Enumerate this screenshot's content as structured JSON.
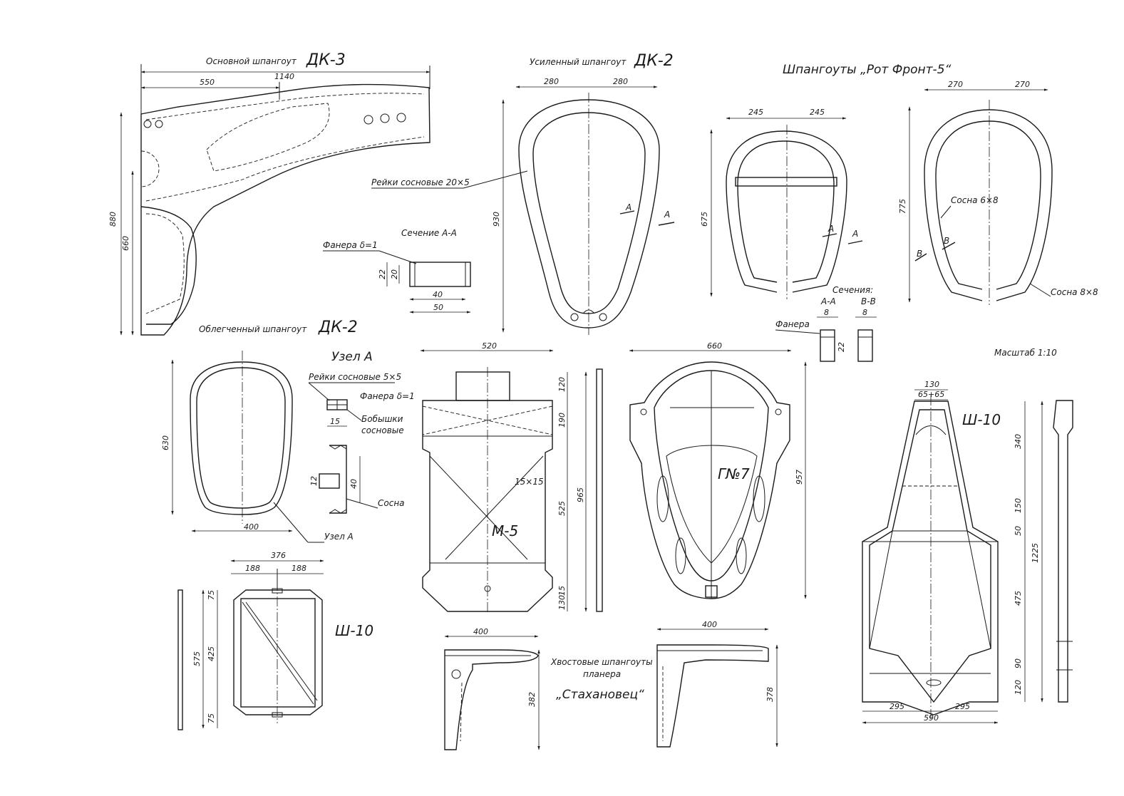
{
  "colors": {
    "ink": "#1a1a1a",
    "paper": "#ffffff"
  },
  "dk3": {
    "title": "Основной шпангоут",
    "code": "ДК-3",
    "dim_total": "1140",
    "dim_part": "550",
    "dim_height": "880",
    "dim_inner": "660",
    "subtitle": "Облегченный шпангоут",
    "subtitle_code": "ДК-2"
  },
  "section_aa": {
    "title": "Сечение А-А",
    "label_plywood": "Фанера δ=1",
    "dim_h1": "22",
    "dim_h2": "20",
    "dim_w1": "40",
    "dim_w2": "50"
  },
  "dk2": {
    "title": "Усиленный шпангоут",
    "code": "ДК-2",
    "dim_left": "280",
    "dim_right": "280",
    "dim_height": "930",
    "label_rails": "Рейки сосновые 20×5",
    "sec_a1": "А",
    "sec_a2": "А"
  },
  "rotfront": {
    "title": "Шпангоуты „Рот Фронт-5“",
    "left_w1": "245",
    "left_w2": "245",
    "left_h": "675",
    "right_w1": "270",
    "right_w2": "270",
    "right_h": "775",
    "label_pine": "Сосна 6×8",
    "label_pine2": "Сосна 8×8",
    "sec_a1": "А",
    "sec_a2": "А",
    "sec_b1": "В",
    "sec_b2": "В",
    "sections_title": "Сечения:",
    "sec_aa": "А-А",
    "sec_bb": "В-В",
    "dim_8a": "8",
    "dim_8b": "8",
    "dim_22": "22",
    "label_plywood": "Фанера"
  },
  "scale": "Масштаб 1:10",
  "frame400": {
    "dim_h": "630",
    "dim_w": "400",
    "node_label": "Узел А"
  },
  "node_a": {
    "title": "Узел А",
    "label_rails": "Рейки сосновые 5×5",
    "label_plywood": "Фанера δ=1",
    "label_bosses": "Бобышки",
    "label_bosses2": "сосновые",
    "dim_15": "15",
    "dim_12": "12",
    "dim_40": "40",
    "label_pine": "Сосна"
  },
  "m5": {
    "code": "М-5",
    "dim_w": "520",
    "dim_120": "120",
    "dim_190": "190",
    "dim_525": "525",
    "dim_965": "965",
    "dim_15": "15",
    "dim_130": "130",
    "label_rail": "15×15"
  },
  "gn7": {
    "code": "Г№7",
    "dim_w": "660",
    "dim_h": "957"
  },
  "sh10_small": {
    "code": "Ш-10",
    "dim_total": "376",
    "dim_a": "188",
    "dim_b": "188",
    "dim_75a": "75",
    "dim_575": "575",
    "dim_425": "425",
    "dim_75b": "75"
  },
  "tail": {
    "title_line1": "Хвостовые шпангоуты",
    "title_line2": "планера",
    "title_line3": "„Стахановец“",
    "left_w": "400",
    "left_h": "382",
    "right_w": "400",
    "right_h": "378"
  },
  "sh10_big": {
    "code": "Ш-10",
    "dim_top": "130",
    "dim_top_split": "65+65",
    "dim_340": "340",
    "dim_150": "150",
    "dim_50": "50",
    "dim_1225": "1225",
    "dim_475": "475",
    "dim_90": "90",
    "dim_120": "120",
    "dim_295a": "295",
    "dim_295b": "295",
    "dim_590": "590"
  }
}
